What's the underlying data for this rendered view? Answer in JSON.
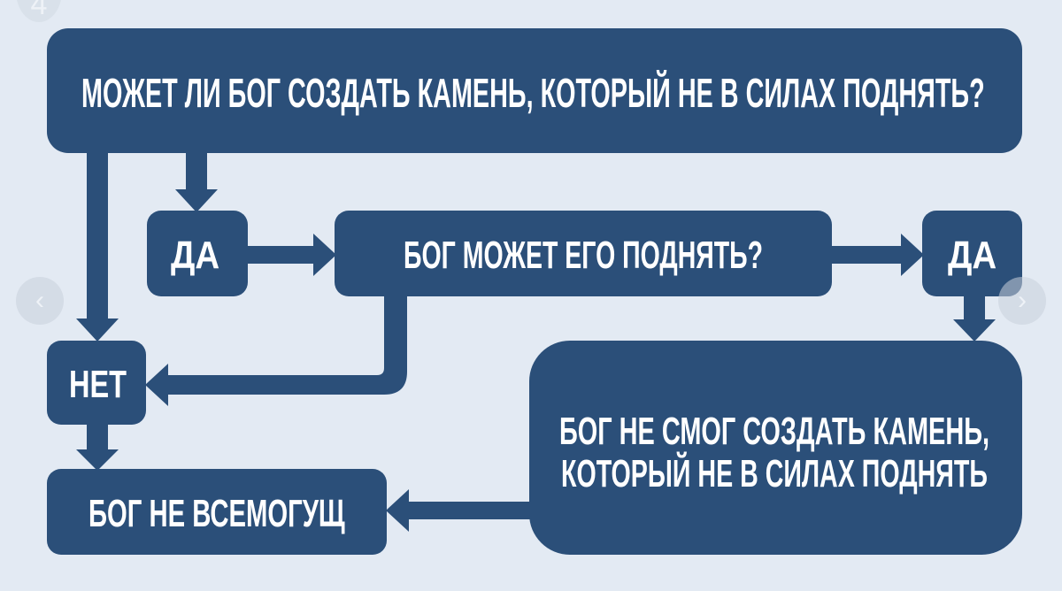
{
  "slide_counter": "4",
  "colors": {
    "background": "#e3eaf3",
    "box": "#2b4f79",
    "text": "#ffffff"
  },
  "carousel": {
    "prev_icon": "chevron-left-icon",
    "next_icon": "chevron-right-icon"
  },
  "diagram": {
    "question": "МОЖЕТ ЛИ БОГ СОЗДАТЬ КАМЕНЬ, КОТОРЫЙ НЕ В СИЛАХ ПОДНЯТЬ?",
    "yes_1": "ДА",
    "can_lift": "БОГ МОЖЕТ ЕГО ПОДНЯТЬ?",
    "yes_2": "ДА",
    "no": "НЕТ",
    "could_not_create_line1": "БОГ НЕ СМОГ СОЗДАТЬ КАМЕНЬ,",
    "could_not_create_line2": "КОТОРЫЙ НЕ В СИЛАХ ПОДНЯТЬ",
    "conclusion": "БОГ НЕ ВСЕМОГУЩ"
  }
}
